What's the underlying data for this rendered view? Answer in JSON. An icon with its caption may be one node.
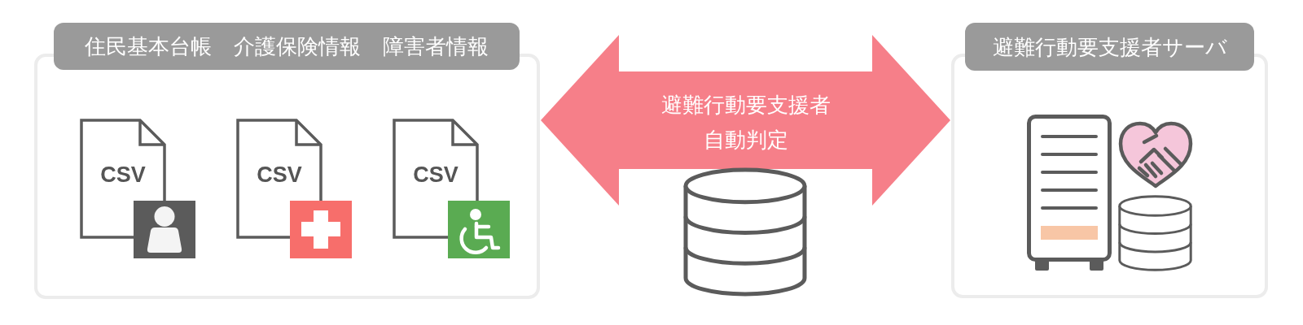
{
  "diagram": {
    "nodes": [
      {
        "text": [
          "住民基本台帳",
          "介護保険情報",
          "障害者情報"
        ]
      },
      {
        "text": [
          "CSV"
        ],
        "in": 0
      },
      {
        "text": [
          "CSV"
        ],
        "in": 0
      },
      {
        "text": [
          "CSV"
        ],
        "in": 0
      },
      {
        "text": [
          "避難行動要支援者サーバ"
        ]
      }
    ],
    "edges": [
      {
        "from": 0,
        "to": 4,
        "arrow": "both",
        "label": "避難行動要支援者自動判定"
      }
    ]
  }
}
